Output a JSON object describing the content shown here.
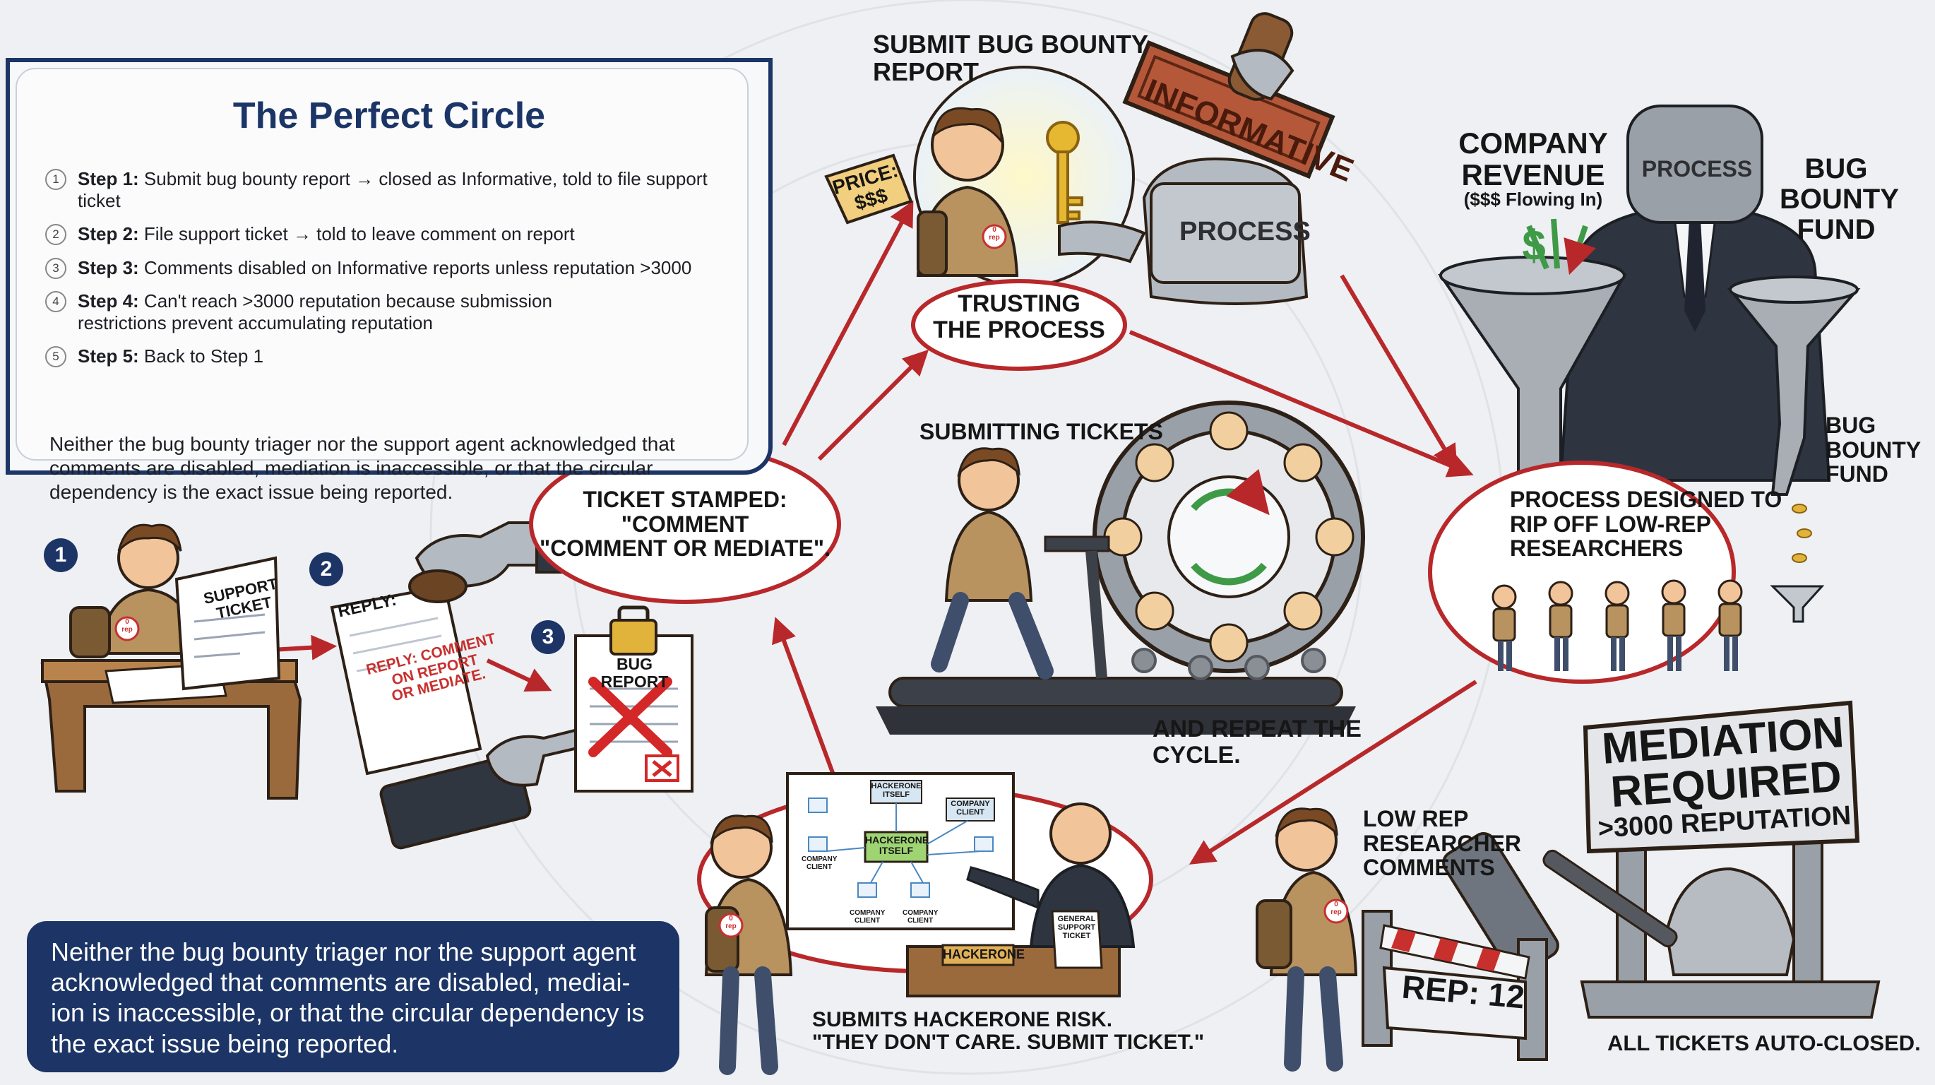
{
  "panel": {
    "title": "The Perfect Circle",
    "steps": [
      {
        "num": "1",
        "label": "Step 1:",
        "text": "Submit bug bounty report → closed as Informative, told to file support ticket"
      },
      {
        "num": "2",
        "label": "Step 2:",
        "text": "File support ticket → told to leave comment on report"
      },
      {
        "num": "3",
        "label": "Step 3:",
        "text": "Comments disabled on Informative reports unless reputation >3000"
      },
      {
        "num": "4",
        "label": "Step 4:",
        "text": "Can't reach >3000 reputation because submission restrictions prevent accumulating reputation"
      },
      {
        "num": "5",
        "label": "Step 5:",
        "text": "Back to Step 1"
      }
    ],
    "note": "Neither the bug bounty triager nor the support agent acknowledged that comments are disabled, mediation is inaccessible, or that the circular dependency is the exact issue being reported."
  },
  "bottom_note": "Neither the bug bounty triager nor the support agent acknowledged that comments are disabled, mediai-ion is inaccessible, or that the circular dependency is the exact issue being reported.",
  "badges": [
    "1",
    "2",
    "3"
  ],
  "labels": {
    "submit_report": "SUBMIT BUG BOUNTY\nREPORT",
    "price_tag": "PRICE:\n$$$",
    "informative_stamp": "INFORMATIVE",
    "process_robot": "PROCESS",
    "process_suit": "PROCESS",
    "trusting": "TRUSTING\nTHE PROCESS",
    "ticket_stamped": "TICKET STAMPED:\n\"COMMENT\n\"COMMENT OR MEDIATE\".",
    "submitting_tickets": "SUBMITTING TICKETS",
    "repeat_cycle": "AND REPEAT THE\nCYCLE.",
    "company_revenue": "COMPANY\nREVENUE",
    "revenue_sub": "($$$ Flowing In)",
    "bug_bounty_fund_1": "BUG\nBOUNTY\nFUND",
    "bug_bounty_fund_2": "BUG\nBOUNTY\nFUND",
    "process_designed": "PROCESS DESIGNED TO\nRIP OFF LOW-REP\nRESEARCHERS",
    "support_ticket": "SUPPORT\nTICKET",
    "reply": "REPLY:",
    "reply_comment": "REPLY: COMMENT\nON REPORT\nOR MEDIATE.",
    "bug_report": "BUG REPORT",
    "hackerone_itself_top": "HACKERONE\nITSELF",
    "hackerone_itself_center": "HACKERONE\nITSELF",
    "company_client": "COMPANY\nCLIENT",
    "general_support_ticket": "GENERAL\nSUPPORT\nTICKET",
    "hackerone_desk": "HACKERONE",
    "submits_risk": "SUBMITS HACKERONE RISK.\n\"THEY DON'T CARE. SUBMIT TICKET.\"",
    "low_rep": "LOW REP\nRESEARCHER\nCOMMENTS",
    "mediation": "MEDIATION\nREQUIRED",
    "mediation_sub": ">3000 REPUTATION",
    "rep": "REP: 12",
    "auto_closed": "ALL TICKETS AUTO-CLOSED.",
    "rep_badge": "0\nrep"
  },
  "colors": {
    "navy": "#1c3566",
    "arrow_red": "#b8282a",
    "ellipse_red": "#b8282a",
    "robot_gray": "#9aa0a8"
  }
}
